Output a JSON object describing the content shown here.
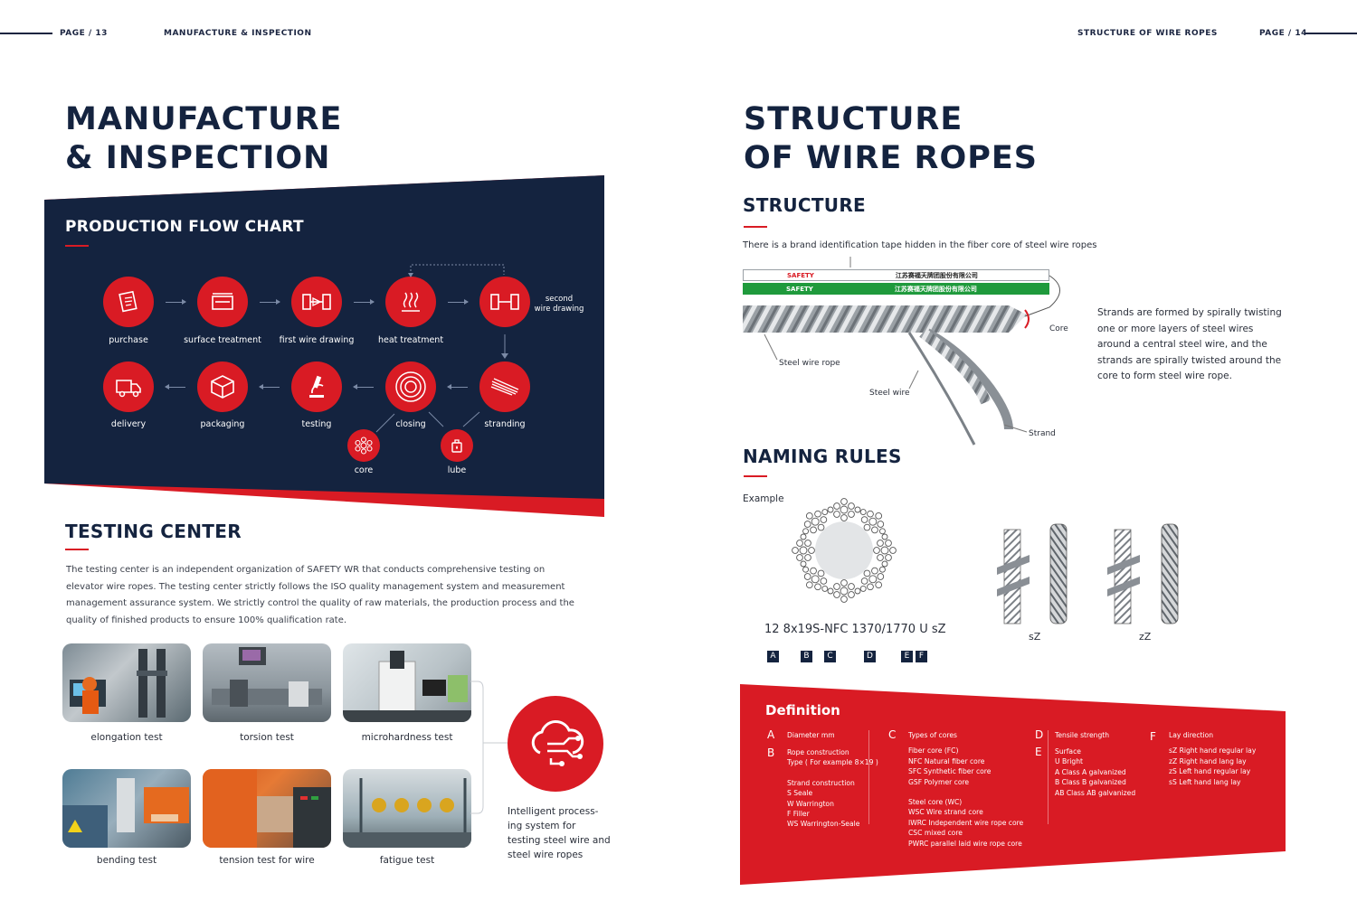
{
  "header": {
    "left_page": "PAGE / 13",
    "left_section": "MANUFACTURE & INSPECTION",
    "right_section": "STRUCTURE OF WIRE ROPES",
    "right_page": "PAGE / 14"
  },
  "left": {
    "title_line1": "MANUFACTURE",
    "title_line2": "& INSPECTION",
    "flow_title": "PRODUCTION FLOW CHART",
    "flow_steps": {
      "purchase": "purchase",
      "surface": "surface treatment",
      "first_draw": "first wire drawing",
      "heat": "heat treatment",
      "second_draw_1": "second",
      "second_draw_2": "wire drawing",
      "delivery": "delivery",
      "packaging": "packaging",
      "testing": "testing",
      "closing": "closing",
      "stranding": "stranding",
      "core": "core",
      "lube": "lube"
    },
    "testing_title": "TESTING CENTER",
    "testing_paragraph": "The testing center is an independent organization of SAFETY WR that conducts comprehensive testing on elevator wire ropes. The testing center strictly follows the ISO quality management system and measurement management assurance system. We strictly control the quality of raw materials, the production process and the quality of finished products to ensure 100% qualification rate.",
    "tests": [
      "elongation test",
      "torsion test",
      "microhardness test",
      "bending test",
      "tension test for wire",
      "fatigue test"
    ],
    "intelligent": "Intelligent process-ing system for testing steel wire and steel wire ropes",
    "intelligent_lines": [
      "Intelligent process-",
      "ing system for",
      "testing steel wire and",
      "steel wire ropes"
    ]
  },
  "right": {
    "title_line1": "STRUCTURE",
    "title_line2": "OF WIRE ROPES",
    "structure_title": "STRUCTURE",
    "structure_caption": "There is a brand identification tape hidden in the fiber core of steel wire ropes",
    "tape_text_brand": "SAFETY",
    "tape_text_cn": "江苏赛福天牌团股份有限公司",
    "labels": {
      "core": "Core",
      "steel_wire_rope": "Steel wire rope",
      "steel_wire": "Steel wire",
      "strand": "Strand"
    },
    "strands_text": "Strands are formed by spirally twisting one or more layers of steel wires around a central steel wire, and the strands are spirally twisted around the core to form steel wire rope.",
    "strands_lines": [
      "Strands are formed by spirally twisting",
      "one or more layers of steel wires",
      "around a central steel wire, and the",
      "strands are spirally twisted around the",
      "core to form steel wire rope."
    ],
    "naming_title": "NAMING RULES",
    "example_label": "Example",
    "example_code": "12 8x19S-NFC 1370/1770 U sZ",
    "badges": [
      "A",
      "B",
      "C",
      "D",
      "E",
      "F"
    ],
    "lay_labels": [
      "sZ",
      "zZ"
    ],
    "definition_title": "Definition",
    "definitions": {
      "A": {
        "letter": "A",
        "text": "Diameter mm"
      },
      "B": {
        "letter": "B",
        "lines": [
          "Rope construction",
          "Type ( For example 8×19 )",
          "",
          "Strand construction",
          "S      Seale",
          "W     Warrington",
          "F      Filler",
          "WS   Warrington-Seale"
        ]
      },
      "C": {
        "letter": "C",
        "lines": [
          "Types of cores",
          "",
          "Fiber core  (FC)",
          "NFC      Natural fiber core",
          "SFC      Synthetic fiber core",
          "GSF      Polymer core",
          "",
          "Steel core  (WC)",
          "WSC     Wire strand core",
          "IWRC    Independent wire rope core",
          "CSC      mixed core",
          "PWRC   parallel laid wire rope core"
        ]
      },
      "D": {
        "letter": "D",
        "text": "Tensile strength"
      },
      "E": {
        "letter": "E",
        "lines": [
          "Surface",
          "U     Bright",
          "A     Class A galvanized",
          "B     Class B galvanized",
          "AB   Class AB galvanized"
        ]
      },
      "F": {
        "letter": "F",
        "lines": [
          "Lay direction",
          "",
          "sZ    Right hand regular lay",
          "zZ    Right hand lang lay",
          "zS    Left hand regular lay",
          "sS    Left hand lang lay"
        ]
      }
    }
  },
  "colors": {
    "navy": "#14233f",
    "red": "#d91b24",
    "green": "#1f9a3c"
  }
}
